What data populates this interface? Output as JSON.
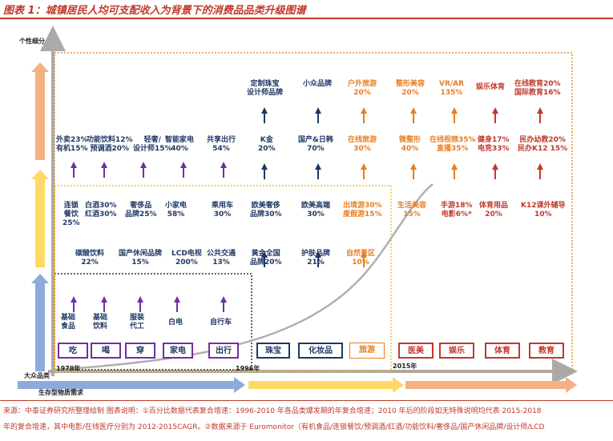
{
  "title": "图表 1：城镇居民人均可支配收入为背景下的消费品品类升级图谱",
  "axis": {
    "y_top": "个性细分",
    "y_bottom": "大众品类",
    "x_label": "生存型物质需求",
    "years": [
      "1978年",
      "1996年",
      "2015年"
    ]
  },
  "categories": [
    "吃",
    "喝",
    "穿",
    "家电",
    "出行",
    "珠宝",
    "化妆品",
    "旅游",
    "医美",
    "娱乐",
    "体育",
    "教育"
  ],
  "colors": {
    "blue": "#1f3864",
    "purple": "#7030a0",
    "orange": "#e67e22",
    "red": "#c0392b",
    "light_blue": "#8eaadb",
    "yellow": "#ffd966",
    "salmon": "#f4b183"
  },
  "tier1": [
    {
      "text": "基础\n食品"
    },
    {
      "text": "基础\n饮料"
    },
    {
      "text": "服装\n代工"
    },
    {
      "text": "白电"
    },
    {
      "text": "自行车"
    }
  ],
  "tier2_top": [
    {
      "text": "连锁\n餐饮\n25%"
    },
    {
      "text": "白酒30%\n红酒30%"
    },
    {
      "text": "奢侈品\n品牌25%"
    },
    {
      "text": "小家电\n58%"
    },
    {
      "text": "乘用车\n30%"
    },
    {
      "text": "欧美奢侈\n品牌30%"
    },
    {
      "text": "欧美高端\n30%"
    },
    {
      "text": "出境游30%\n度假游15%"
    },
    {
      "text": "生活美容\n15%"
    },
    {
      "text": "手游18%\n电影6%*"
    },
    {
      "text": "体育用品\n20%"
    },
    {
      "text": "K12课外辅导\n10%"
    }
  ],
  "tier2_bottom": [
    {
      "text": "碳酸饮料\n22%"
    },
    {
      "text": "国产休闲品牌\n15%"
    },
    {
      "text": "LCD电视\n200%"
    },
    {
      "text": "公共交通\n13%"
    },
    {
      "text": "黄金全国\n品牌20%"
    },
    {
      "text": "护肤品牌\n21%"
    },
    {
      "text": "自然景区\n10%"
    }
  ],
  "tier3_mid": [
    {
      "text": "外卖23%\n有机15%"
    },
    {
      "text": "功能饮料12%\n预调酒20%"
    },
    {
      "text": "轻奢/\n设计师15%"
    },
    {
      "text": "智能家电\n40%"
    },
    {
      "text": "共享出行\n54%"
    },
    {
      "text": "K金\n20%"
    },
    {
      "text": "国产&日韩\n70%"
    },
    {
      "text": "在线旅游\n30%"
    },
    {
      "text": "微整形\n40%"
    },
    {
      "text": "在线视频35%\n直播35%"
    },
    {
      "text": "健身17%\n电竞33%"
    },
    {
      "text": "民办幼教20%\n民办K12 15%"
    }
  ],
  "tier3_top": [
    {
      "text": "定制珠宝\n设计师品牌"
    },
    {
      "text": "小众品牌"
    },
    {
      "text": "户外旅游\n20%"
    },
    {
      "text": "整形美容\n20%"
    },
    {
      "text": "VR/AR\n135%"
    },
    {
      "text": "娱乐体育"
    },
    {
      "text": "在线教育20%\n国际教育16%"
    }
  ],
  "footer": {
    "line1": "来源：中泰证券研究所整理绘制   图表说明：①百分比数据代表复合增速：1996-2010 年各品类爆发期的年复合增速；2010 年后的阶段如无特殊说明均代表 2015-2018",
    "line2": "年的复合增速，其中电影/在线医疗分别为 2012-2015CAGR。②数据来源于 Euromonitor（有机食品/连锁餐饮/预调酒/红酒/功能饮料/奢侈品/国产休闲品牌/设计师/LCD"
  }
}
